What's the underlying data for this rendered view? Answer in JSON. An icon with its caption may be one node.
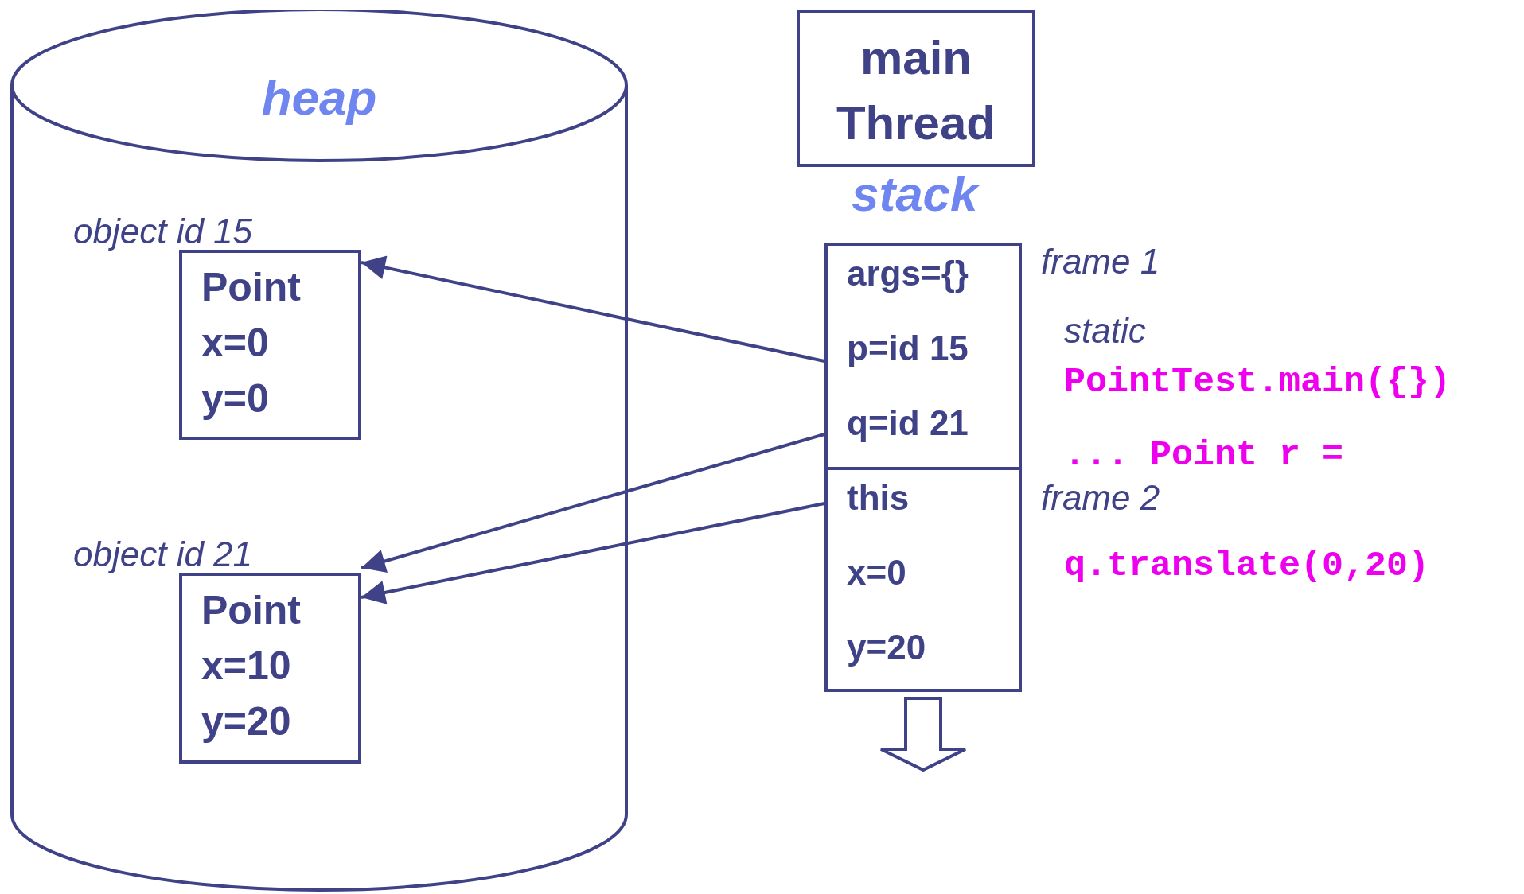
{
  "diagram": {
    "nodes": [
      {
        "text": [
          "heap"
        ]
      },
      {
        "text": [
          "Point",
          "x=0",
          "y=0"
        ],
        "beside": [
          "object id 15"
        ],
        "in": 0
      },
      {
        "text": [
          "Point",
          "x=10",
          "y=20"
        ],
        "beside": [
          "object id 21"
        ],
        "in": 0
      },
      {
        "text": [
          "main Thread"
        ]
      },
      {
        "text": [
          "args={}",
          "p=id 15",
          "q=id 21"
        ],
        "beside": [
          "frame 1"
        ]
      },
      {
        "text": [
          "this",
          "x=0",
          "y=20"
        ],
        "beside": [
          "frame 2"
        ]
      }
    ],
    "edges": [
      {
        "from": 4,
        "to": 1,
        "arrow": "to"
      },
      {
        "from": 4,
        "to": 2,
        "arrow": "to"
      },
      {
        "from": 5,
        "to": 2,
        "arrow": "to"
      }
    ],
    "labels": [
      "stack",
      "static",
      "PointTest.main({})",
      "... Point r =",
      "q.translate(0,20)"
    ]
  }
}
